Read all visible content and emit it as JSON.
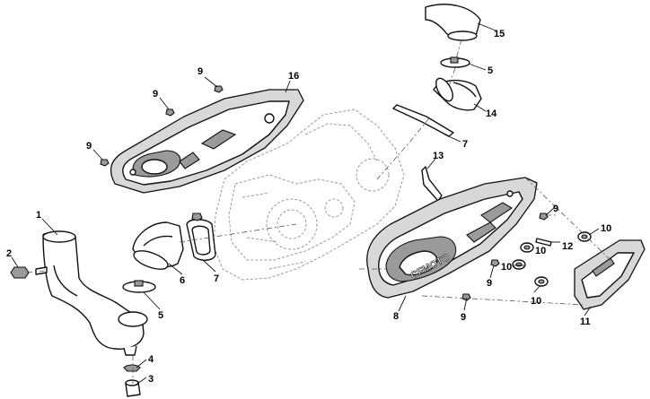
{
  "callouts": {
    "c1": "1",
    "c2": "2",
    "c3": "3",
    "c4": "4",
    "c5a": "5",
    "c5b": "5",
    "c6": "6",
    "c7a": "7",
    "c7b": "7",
    "c8": "8",
    "c9a": "9",
    "c9b": "9",
    "c9c": "9",
    "c9d": "9",
    "c9e": "9",
    "c9f": "9",
    "c10a": "10",
    "c10b": "10",
    "c10c": "10",
    "c10d": "10",
    "c11": "11",
    "c12": "12",
    "c13": "13",
    "c14": "14",
    "c15": "15",
    "c16": "16"
  },
  "cover_brand": "CFMOTO"
}
